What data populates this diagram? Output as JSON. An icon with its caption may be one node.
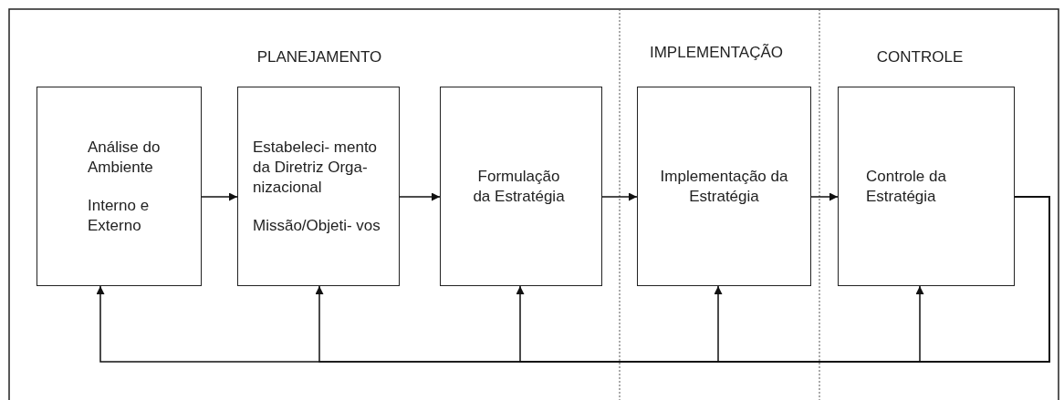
{
  "diagram": {
    "nodes": [
      {
        "text": [
          "Análise do Ambiente",
          "Interno e Externo"
        ]
      },
      {
        "text": [
          "Estabeleci- mento da Diretriz Orga- nizacional",
          "Missão/Objeti- vos"
        ]
      },
      {
        "text": [
          "Formulação da Estratégia"
        ]
      },
      {
        "text": [
          "Implementação da Estratégia"
        ]
      },
      {
        "text": [
          "Controle da Estratégia"
        ]
      }
    ],
    "edges": [
      {
        "from": 0,
        "to": 1,
        "arrow": "to"
      },
      {
        "from": 1,
        "to": 2,
        "arrow": "to"
      },
      {
        "from": 2,
        "to": 3,
        "arrow": "to"
      },
      {
        "from": 3,
        "to": 4,
        "arrow": "to"
      },
      {
        "from": 4,
        "to": 0,
        "arrow": "to"
      },
      {
        "from": 4,
        "to": 1,
        "arrow": "to"
      },
      {
        "from": 4,
        "to": 2,
        "arrow": "to"
      },
      {
        "from": 4,
        "to": 3,
        "arrow": "to"
      },
      {
        "from": 4,
        "to": 4,
        "arrow": "to"
      }
    ],
    "labels": [
      "PLANEJAMENTO",
      "IMPLEMENTAÇÃO",
      "CONTROLE"
    ]
  }
}
